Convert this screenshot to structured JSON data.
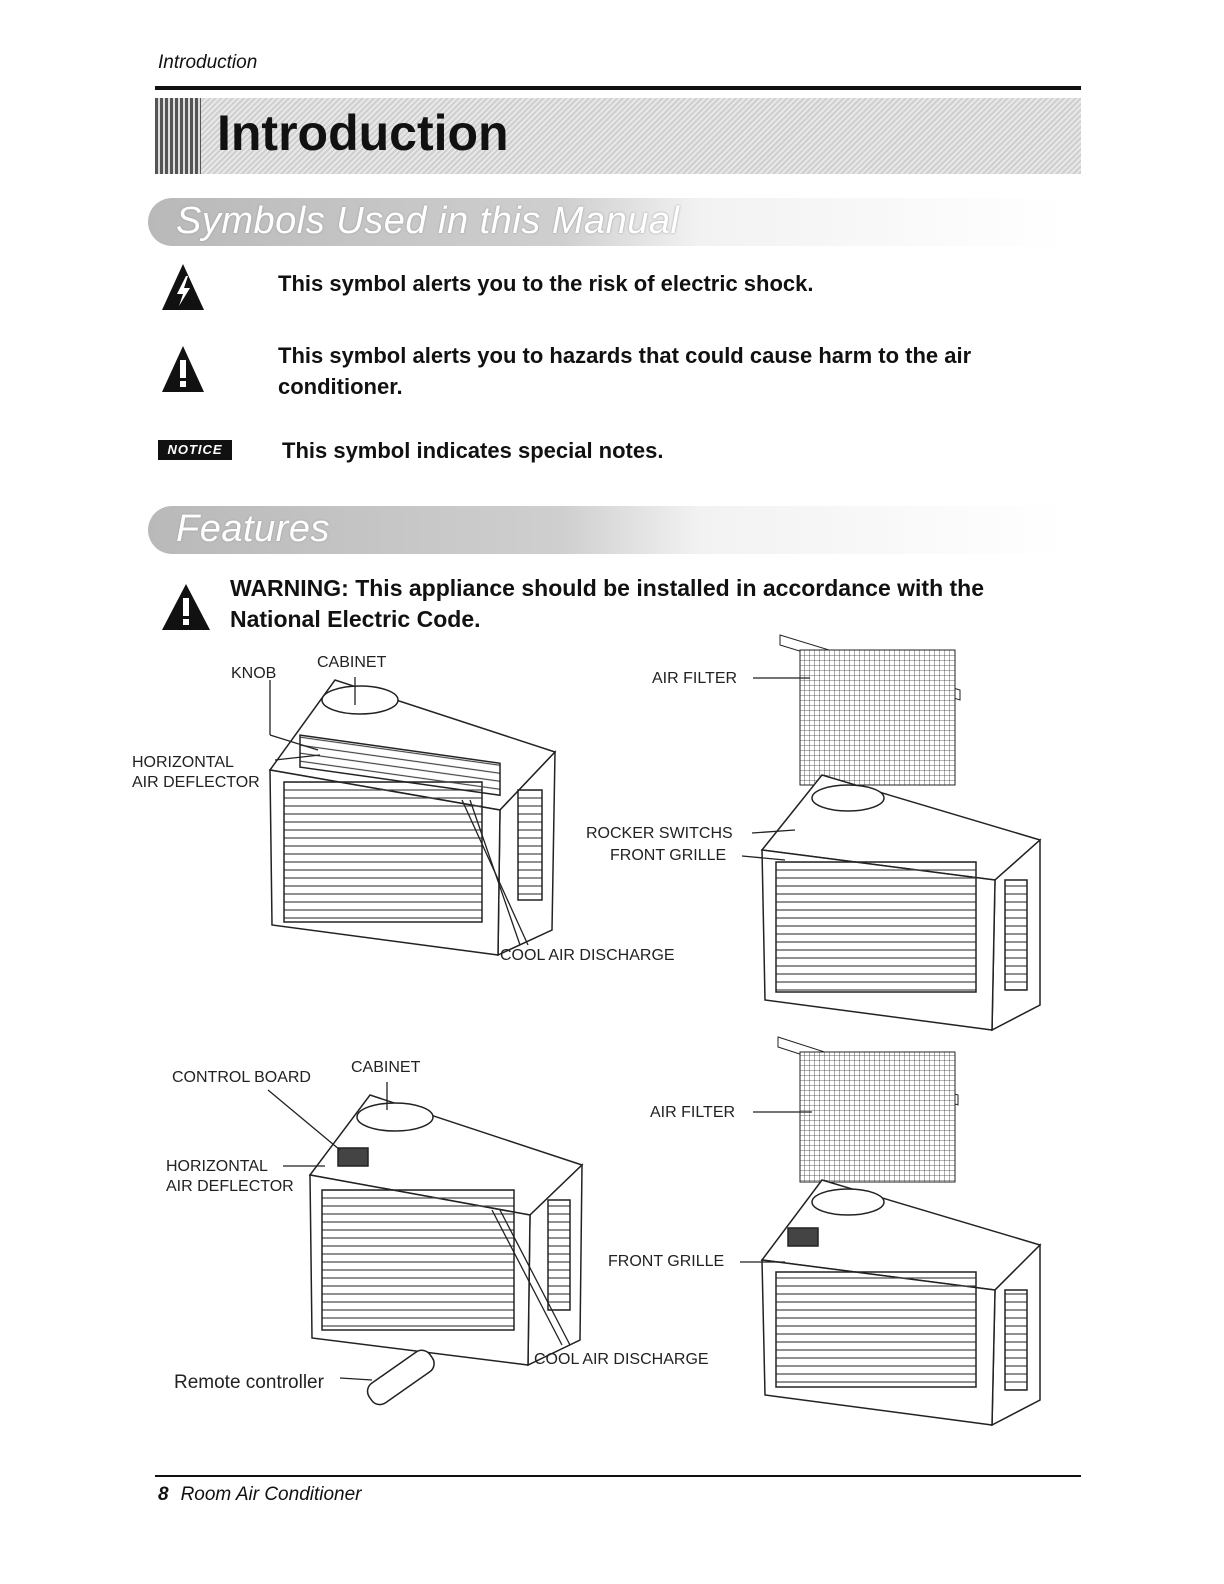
{
  "header": {
    "running_title": "Introduction"
  },
  "title": "Introduction",
  "sections": {
    "symbols": {
      "heading": "Symbols Used in this Manual"
    },
    "features": {
      "heading": "Features"
    }
  },
  "symbols": [
    {
      "icon": "electric-shock-warning-icon",
      "text": "This symbol alerts you to the risk of electric shock."
    },
    {
      "icon": "caution-icon",
      "text": "This symbol alerts you to hazards that could cause harm to the air conditioner."
    },
    {
      "icon": "notice-icon",
      "badge": "NOTICE",
      "text": "This symbol indicates special notes."
    }
  ],
  "warning": "WARNING: This appliance should be installed in accordance with the National Electric Code.",
  "diagram_top": {
    "labels": {
      "knob": "KNOB",
      "cabinet": "CABINET",
      "horizontal_air_deflector_1": "HORIZONTAL",
      "horizontal_air_deflector_2": "AIR DEFLECTOR",
      "air_filter": "AIR FILTER",
      "rocker_switchs": "ROCKER SWITCHS",
      "front_grille": "FRONT GRILLE",
      "cool_air_discharge": "COOL AIR DISCHARGE"
    }
  },
  "diagram_bottom": {
    "labels": {
      "control_board": "CONTROL BOARD",
      "cabinet": "CABINET",
      "horizontal_air_deflector_1": "HORIZONTAL",
      "horizontal_air_deflector_2": "AIR DEFLECTOR",
      "air_filter": "AIR FILTER",
      "front_grille": "FRONT GRILLE",
      "cool_air_discharge": "COOL AIR DISCHARGE",
      "remote_controller": "Remote controller"
    }
  },
  "footer": {
    "page_number": "8",
    "title": "Room Air Conditioner"
  }
}
